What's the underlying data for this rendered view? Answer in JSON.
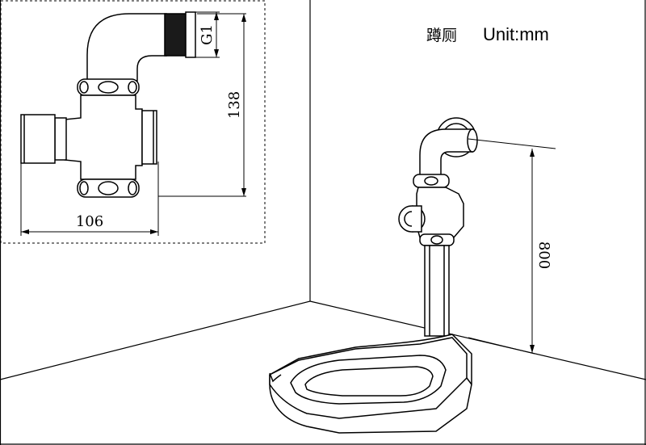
{
  "header": {
    "type_label": "蹲厕",
    "unit_label": "Unit:mm"
  },
  "detail_view": {
    "thread_label": "G1",
    "height_dimension": "138",
    "width_dimension": "106"
  },
  "installation_view": {
    "height_dimension": "800"
  }
}
